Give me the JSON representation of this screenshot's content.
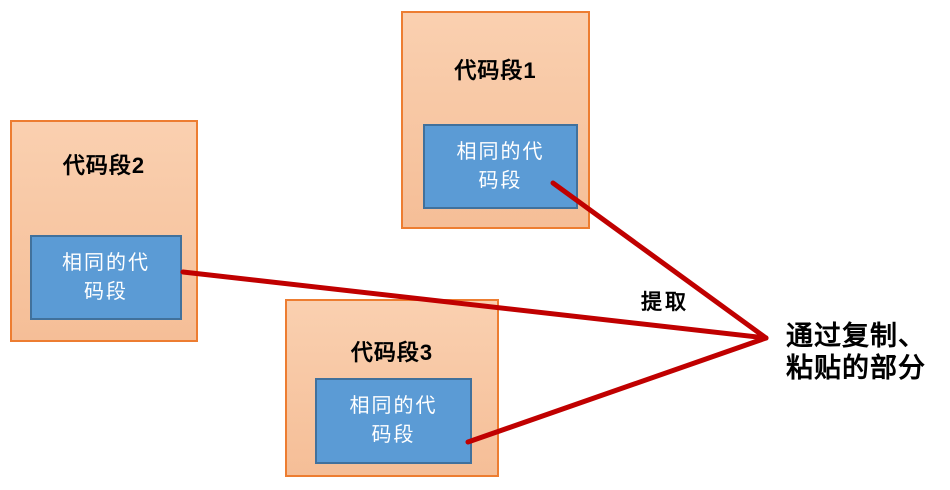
{
  "colors": {
    "background": "#FFFFFF",
    "box_fill": "#F5BE97",
    "box_fill_light": "#FAD0B0",
    "box_border": "#ED7D31",
    "inner_fill": "#5B9BD5",
    "inner_border": "#41719C",
    "inner_text_color": "#FFFFFF",
    "line_color": "#C00000",
    "text_color": "#000000"
  },
  "boxes": [
    {
      "title": "代码段1",
      "inner_lines": [
        "相同的代",
        "码段"
      ]
    },
    {
      "title": "代码段2",
      "inner_lines": [
        "相同的代",
        "码段"
      ]
    },
    {
      "title": "代码段3",
      "inner_lines": [
        "相同的代",
        "码段"
      ]
    }
  ],
  "labels": {
    "extract": "提取",
    "result_line1": "通过复制、",
    "result_line2": "粘贴的部分"
  }
}
